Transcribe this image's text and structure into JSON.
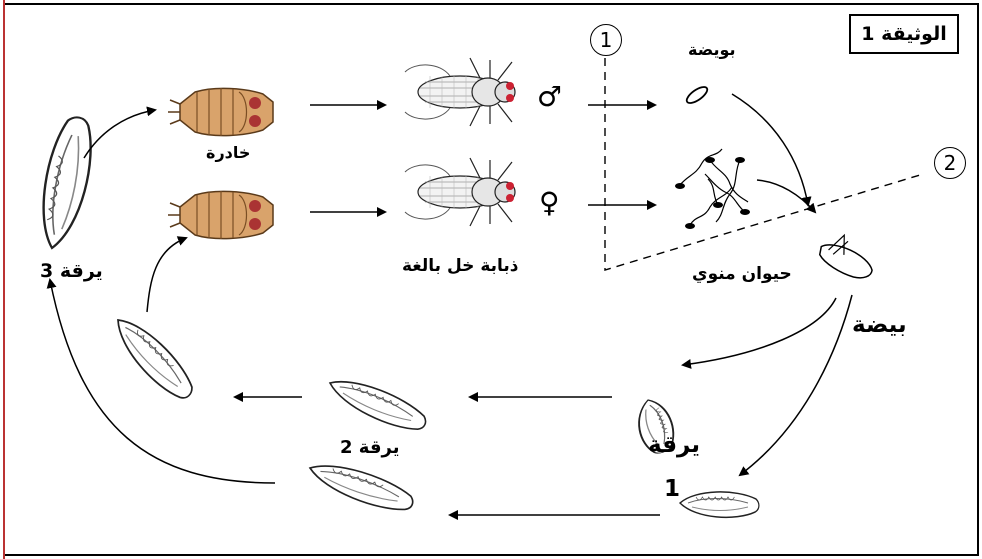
{
  "document_title": "الوثيقة 1",
  "stage_labels": {
    "pupa": "خادرة",
    "adult_fly": "ذبابة خل بالغة",
    "ovum": "بويضة",
    "sperm": "حيوان منوي",
    "egg": "بيضة",
    "larva1_word": "يرقة",
    "larva1_num": "1",
    "larva2": "يرقة 2",
    "larva3": "يرقة 3"
  },
  "markers": {
    "one": "1",
    "two": "2"
  },
  "sex_symbols": {
    "male": "♂",
    "female": "♀"
  }
}
